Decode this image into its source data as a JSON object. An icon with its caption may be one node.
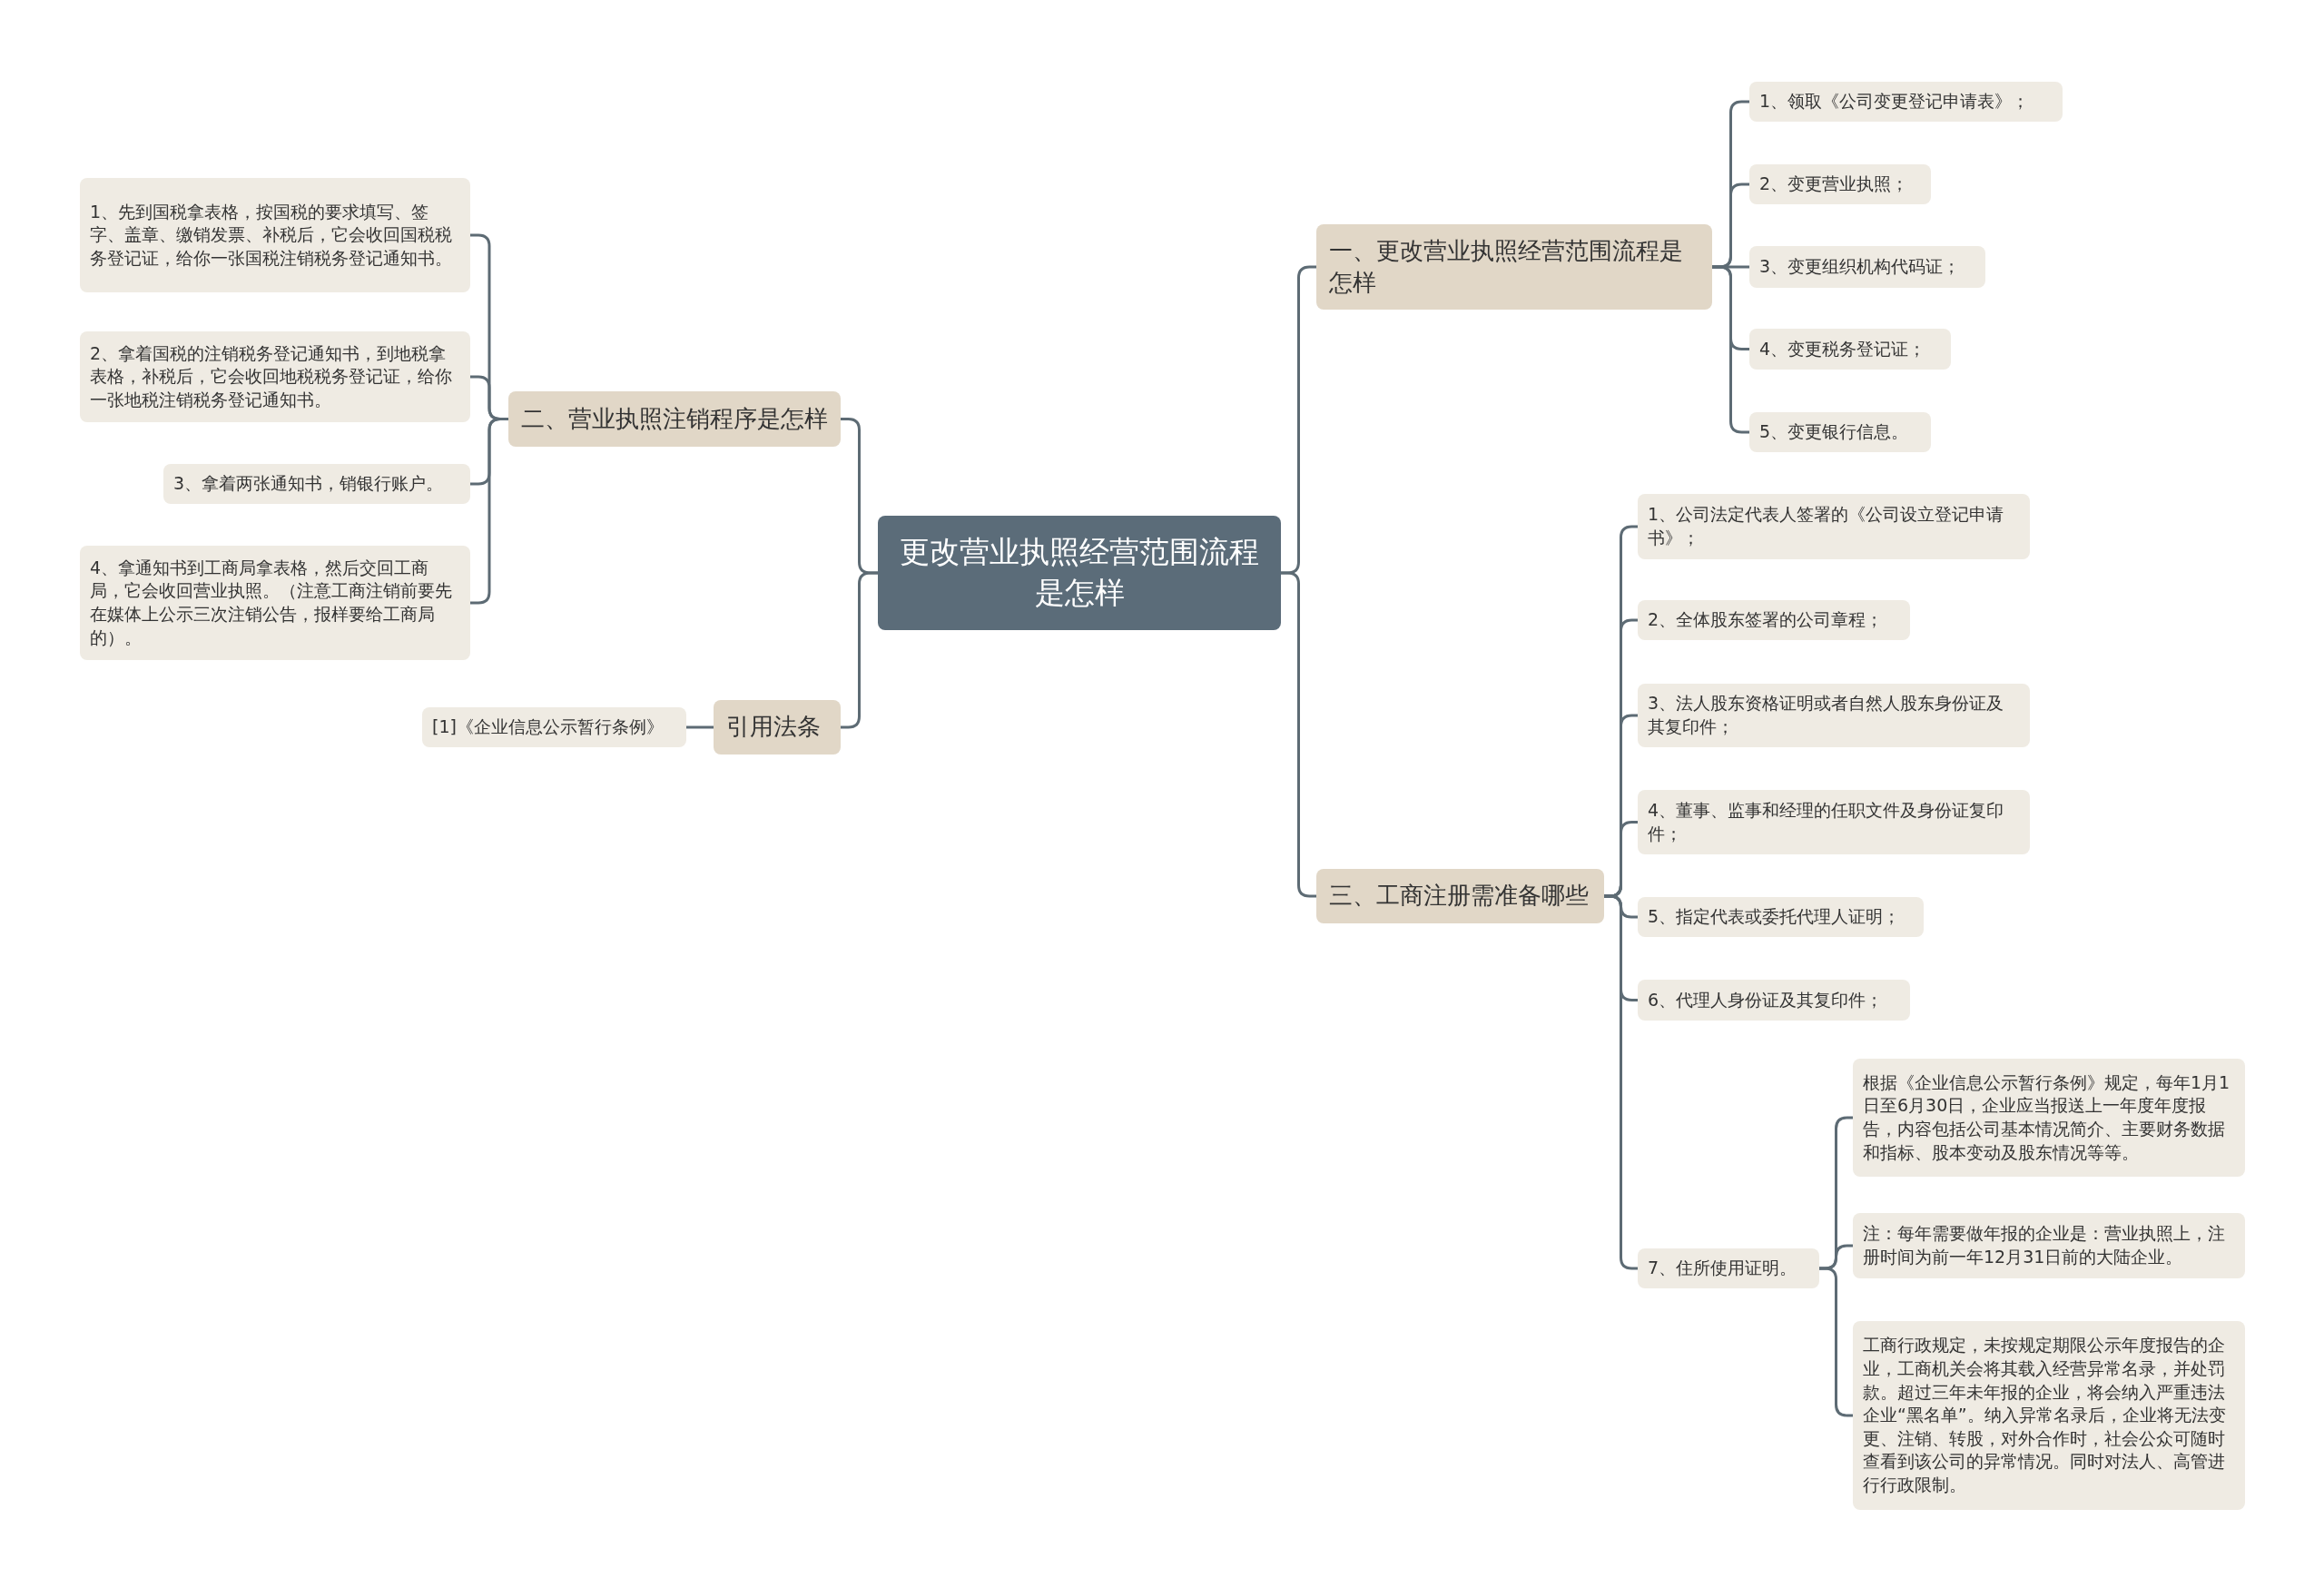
{
  "diagram": {
    "nodes": [
      {
        "text": [
          "更改营业执照经营范围流程是怎样"
        ]
      },
      {
        "text": [
          "一、更改营业执照经营范围流程是怎样"
        ]
      },
      {
        "text": [
          "1、领取《公司变更登记申请表》；"
        ]
      },
      {
        "text": [
          "2、变更营业执照；"
        ]
      },
      {
        "text": [
          "3、变更组织机构代码证；"
        ]
      },
      {
        "text": [
          "4、变更税务登记证；"
        ]
      },
      {
        "text": [
          "5、变更银行信息。"
        ]
      },
      {
        "text": [
          "三、工商注册需准备哪些"
        ]
      },
      {
        "text": [
          "1、公司法定代表人签署的《公司设立登记申请书》；"
        ]
      },
      {
        "text": [
          "2、全体股东签署的公司章程；"
        ]
      },
      {
        "text": [
          "3、法人股东资格证明或者自然人股东身份证及其复印件；"
        ]
      },
      {
        "text": [
          "4、董事、监事和经理的任职文件及身份证复印件；"
        ]
      },
      {
        "text": [
          "5、指定代表或委托代理人证明；"
        ]
      },
      {
        "text": [
          "6、代理人身份证及其复印件；"
        ]
      },
      {
        "text": [
          "7、住所使用证明。"
        ]
      },
      {
        "text": [
          "根据《企业信息公示暂行条例》规定，每年1月1日至6月30日，企业应当报送上一年度年度报告，内容包括公司基本情况简介、主要财务数据和指标、股本变动及股东情况等等。"
        ]
      },
      {
        "text": [
          "注：每年需要做年报的企业是：营业执照上，注册时间为前一年12月31日前的大陆企业。"
        ]
      },
      {
        "text": [
          "工商行政规定，未按规定期限公示年度报告的企业，工商机关会将其载入经营异常名录，并处罚款。超过三年未年报的企业，将会纳入严重违法企业“黑名单”。纳入异常名录后，企业将无法变更、注销、转股，对外合作时，社会公众可随时查看到该公司的异常情况。同时对法人、高管进行行政限制。"
        ]
      },
      {
        "text": [
          "二、营业执照注销程序是怎样"
        ]
      },
      {
        "text": [
          "1、先到国税拿表格，按国税的要求填写、签字、盖章、缴销发票、补税后，它会收回国税税务登记证，给你一张国税注销税务登记通知书。"
        ]
      },
      {
        "text": [
          "2、拿着国税的注销税务登记通知书，到地税拿表格，补税后，它会收回地税税务登记证，给你一张地税注销税务登记通知书。"
        ]
      },
      {
        "text": [
          "3、拿着两张通知书，销银行账户。"
        ]
      },
      {
        "text": [
          "4、拿通知书到工商局拿表格，然后交回工商局，它会收回营业执照。（注意工商注销前要先在媒体上公示三次注销公告，报样要给工商局的）。"
        ]
      },
      {
        "text": [
          "引用法条"
        ]
      },
      {
        "text": [
          "[1]《企业信息公示暂行条例》"
        ]
      }
    ],
    "edges": [
      {
        "from": 0,
        "to": 1,
        "arrow": "none"
      },
      {
        "from": 1,
        "to": 2,
        "arrow": "none"
      },
      {
        "from": 1,
        "to": 3,
        "arrow": "none"
      },
      {
        "from": 1,
        "to": 4,
        "arrow": "none"
      },
      {
        "from": 1,
        "to": 5,
        "arrow": "none"
      },
      {
        "from": 1,
        "to": 6,
        "arrow": "none"
      },
      {
        "from": 0,
        "to": 7,
        "arrow": "none"
      },
      {
        "from": 7,
        "to": 8,
        "arrow": "none"
      },
      {
        "from": 7,
        "to": 9,
        "arrow": "none"
      },
      {
        "from": 7,
        "to": 10,
        "arrow": "none"
      },
      {
        "from": 7,
        "to": 11,
        "arrow": "none"
      },
      {
        "from": 7,
        "to": 12,
        "arrow": "none"
      },
      {
        "from": 7,
        "to": 13,
        "arrow": "none"
      },
      {
        "from": 7,
        "to": 14,
        "arrow": "none"
      },
      {
        "from": 14,
        "to": 15,
        "arrow": "none"
      },
      {
        "from": 14,
        "to": 16,
        "arrow": "none"
      },
      {
        "from": 14,
        "to": 17,
        "arrow": "none"
      },
      {
        "from": 0,
        "to": 18,
        "arrow": "none"
      },
      {
        "from": 18,
        "to": 19,
        "arrow": "none"
      },
      {
        "from": 18,
        "to": 20,
        "arrow": "none"
      },
      {
        "from": 18,
        "to": 21,
        "arrow": "none"
      },
      {
        "from": 18,
        "to": 22,
        "arrow": "none"
      },
      {
        "from": 0,
        "to": 23,
        "arrow": "none"
      },
      {
        "from": 23,
        "to": 24,
        "arrow": "none"
      }
    ]
  }
}
